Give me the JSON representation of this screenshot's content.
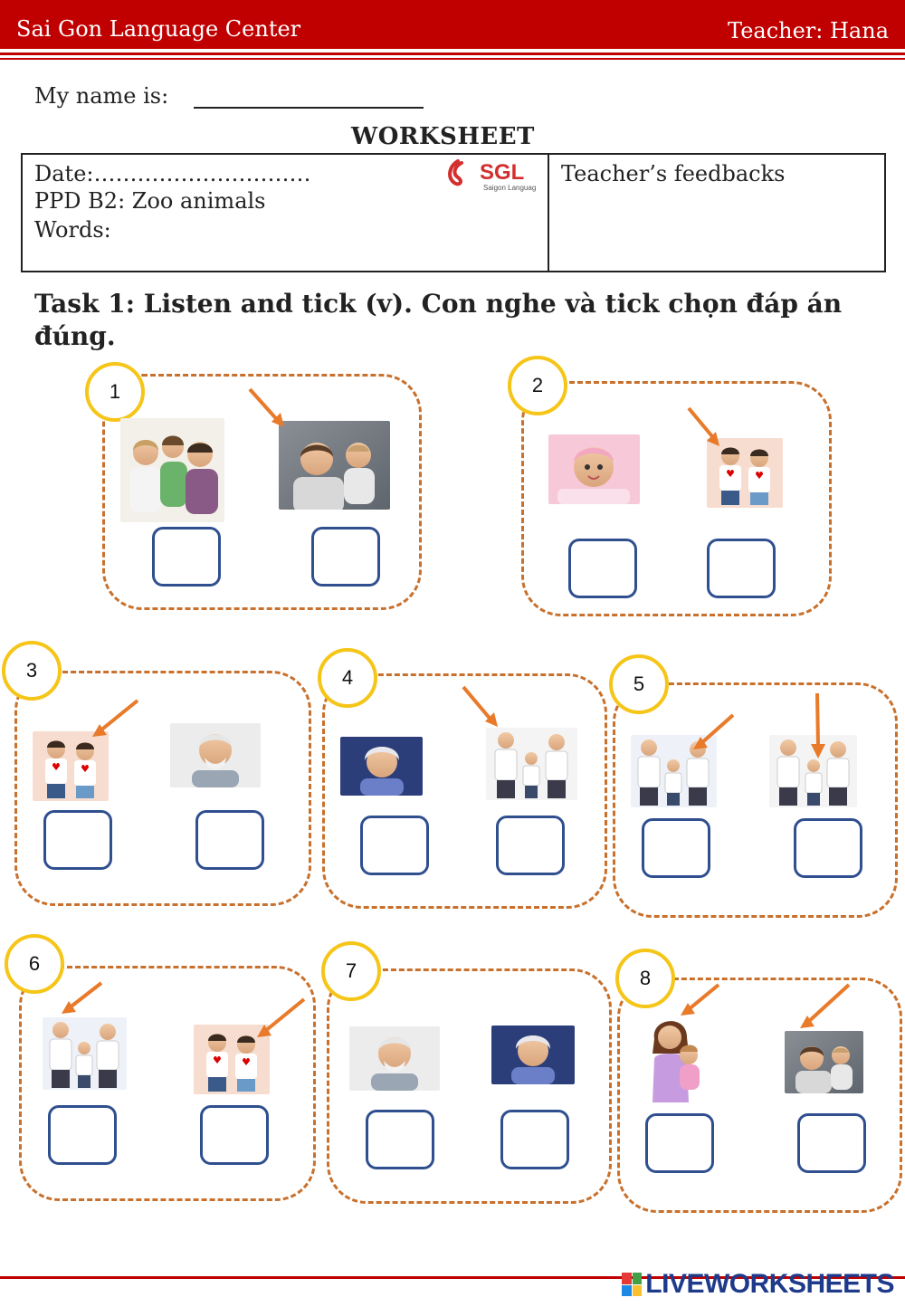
{
  "header": {
    "center_name": "Sai Gon Language Center",
    "teacher": "Teacher: Hana"
  },
  "student": {
    "name_label": "My name is:"
  },
  "title": "WORKSHEET",
  "info": {
    "date": "Date:…………………………",
    "lesson": "PPD B2: Zoo animals",
    "words": "Words:",
    "logo_text": "SGL",
    "logo_sub": "Saigon Language",
    "feedback_label": "Teacher’s feedbacks"
  },
  "task": "Task 1: Listen and tick (v). Con nghe và tick chọn đáp án đúng.",
  "groups": [
    {
      "number": "1",
      "options": [
        {
          "picture": "family-photo"
        },
        {
          "picture": "father-and-baby-photo"
        }
      ]
    },
    {
      "number": "2",
      "options": [
        {
          "picture": "baby-photo"
        },
        {
          "picture": "brother-and-sister-photo"
        }
      ]
    },
    {
      "number": "3",
      "options": [
        {
          "picture": "brother-and-sister-photo"
        },
        {
          "picture": "grandfather-photo"
        }
      ]
    },
    {
      "number": "4",
      "options": [
        {
          "picture": "grandmother-photo"
        },
        {
          "picture": "family-tshirts-photo"
        }
      ]
    },
    {
      "number": "5",
      "options": [
        {
          "picture": "family-tshirts-photo"
        },
        {
          "picture": "family-tshirts-photo"
        }
      ]
    },
    {
      "number": "6",
      "options": [
        {
          "picture": "family-tshirts-photo"
        },
        {
          "picture": "brother-and-sister-photo"
        }
      ]
    },
    {
      "number": "7",
      "options": [
        {
          "picture": "grandfather-photo"
        },
        {
          "picture": "grandmother-photo"
        }
      ]
    },
    {
      "number": "8",
      "options": [
        {
          "picture": "mother-and-child-cartoon"
        },
        {
          "picture": "father-and-baby-photo"
        }
      ]
    }
  ],
  "footer": {
    "brand": "LIVEWORKSHEETS"
  },
  "colors": {
    "header_red": "#c00000",
    "dash_orange": "#c8702c",
    "circle_yellow": "#f5c518",
    "box_blue": "#2f4f8f",
    "arrow_orange": "#e87a2a"
  }
}
